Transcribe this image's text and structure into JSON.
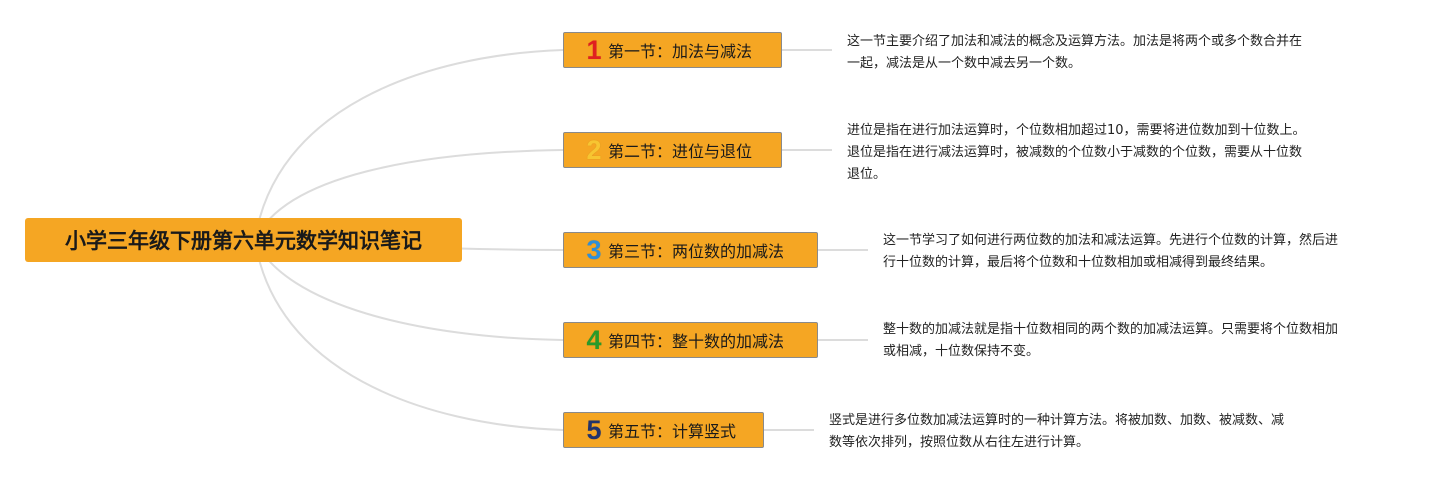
{
  "root": {
    "title": "小学三年级下册第六单元数学知识笔记"
  },
  "branches": [
    {
      "number": "1",
      "number_color": "#e02020",
      "title": "第一节：加法与减法",
      "description_lines": [
        "这一节主要介绍了加法和减法的概念及运算方法。加法是将两个或多个数合并在",
        "一起，减法是从一个数中减去另一个数。"
      ]
    },
    {
      "number": "2",
      "number_color": "#f7c531",
      "title": "第二节：进位与退位",
      "description_lines": [
        "进位是指在进行加法运算时，个位数相加超过10，需要将进位数加到十位数上。",
        "退位是指在进行减法运算时，被减数的个位数小于减数的个位数，需要从十位数",
        "退位。"
      ]
    },
    {
      "number": "3",
      "number_color": "#2f8fd8",
      "title": "第三节：两位数的加减法",
      "description_lines": [
        "这一节学习了如何进行两位数的加法和减法运算。先进行个位数的计算，然后进",
        "行十位数的计算，最后将个位数和十位数相加或相减得到最终结果。"
      ]
    },
    {
      "number": "4",
      "number_color": "#2a9a2a",
      "title": "第四节：整十数的加减法",
      "description_lines": [
        "整十数的加减法就是指十位数相同的两个数的加减法运算。只需要将个位数相加",
        "或相减，十位数保持不变。"
      ]
    },
    {
      "number": "5",
      "number_color": "#22336b",
      "title": "第五节：计算竖式",
      "description_lines": [
        "竖式是进行多位数加减法运算时的一种计算方法。将被加数、加数、被减数、减",
        "数等依次排列，按照位数从右往左进行计算。"
      ]
    }
  ]
}
